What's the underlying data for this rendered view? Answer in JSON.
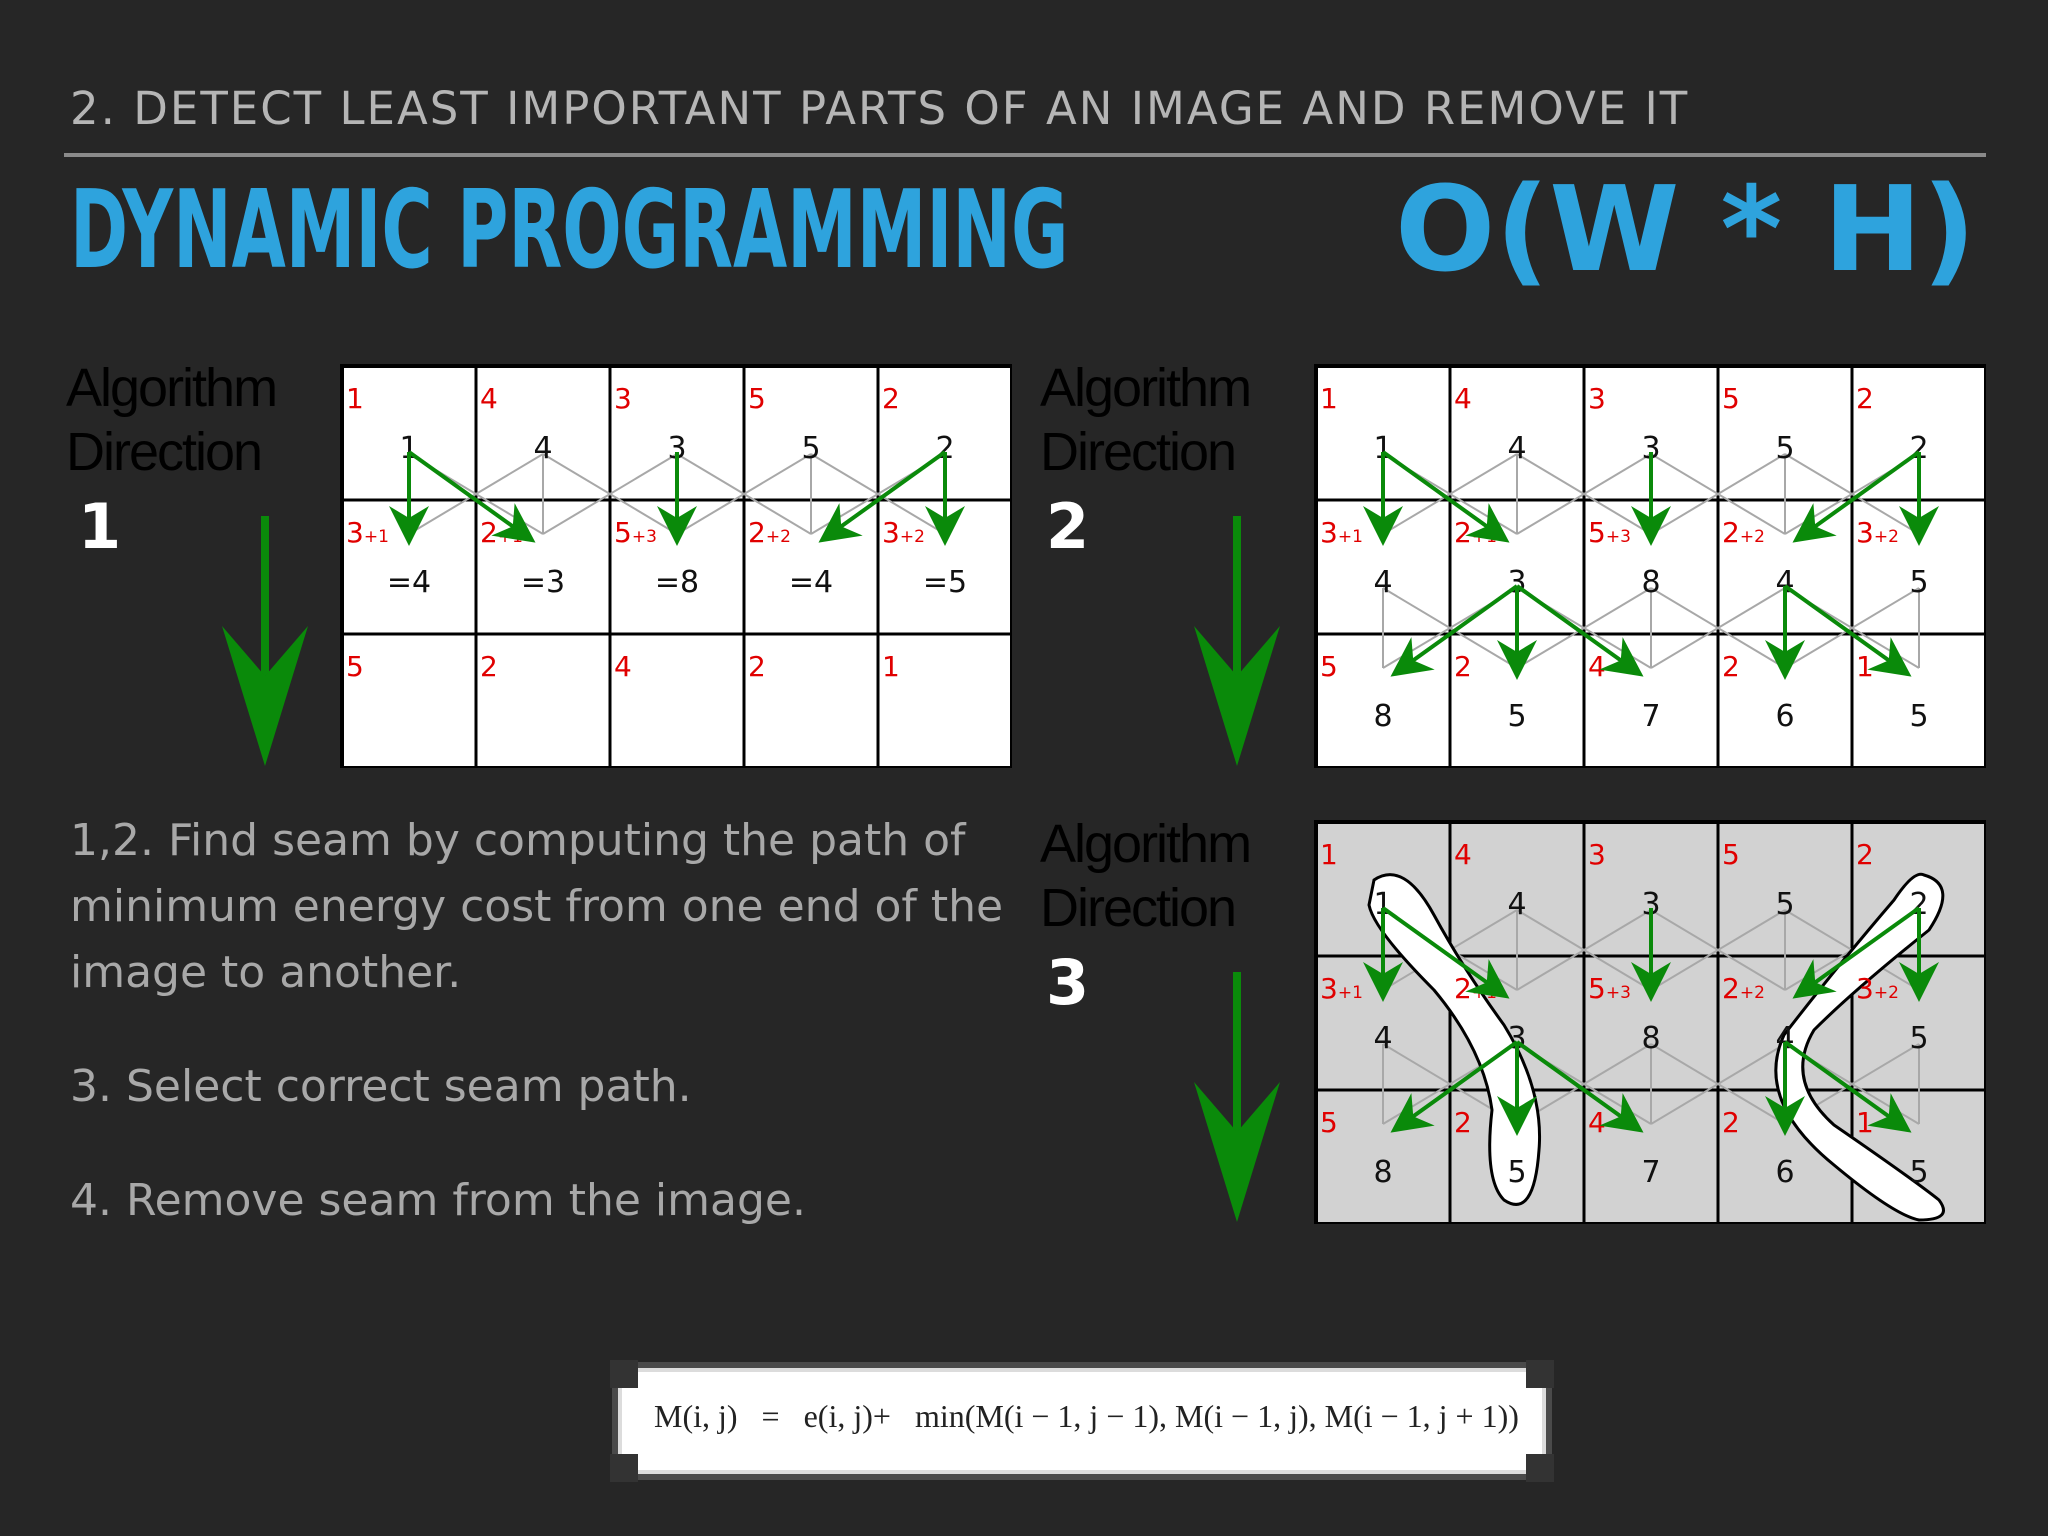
{
  "header": {
    "subtitle": "2. DETECT LEAST IMPORTANT PARTS OF AN IMAGE AND REMOVE IT",
    "title": "DYNAMIC PROGRAMMING",
    "complexity": "O(W * H)"
  },
  "colors": {
    "accent": "#2ea3dd",
    "arrow": "#0a8a0a",
    "cost": "#e00000"
  },
  "panels": [
    {
      "label_line1": "Algorithm",
      "label_line2": "Direction",
      "step": "1",
      "shaded": false,
      "cells": [
        [
          {
            "cost": "1",
            "value": "1"
          },
          {
            "cost": "4",
            "value": "4"
          },
          {
            "cost": "3",
            "value": "3"
          },
          {
            "cost": "5",
            "value": "5"
          },
          {
            "cost": "2",
            "value": "2"
          }
        ],
        [
          {
            "cost": "3+1",
            "value": "=4"
          },
          {
            "cost": "2+1",
            "value": "=3"
          },
          {
            "cost": "5+3",
            "value": "=8"
          },
          {
            "cost": "2+2",
            "value": "=4"
          },
          {
            "cost": "3+2",
            "value": "=5"
          }
        ],
        [
          {
            "cost": "5",
            "value": ""
          },
          {
            "cost": "2",
            "value": ""
          },
          {
            "cost": "4",
            "value": ""
          },
          {
            "cost": "2",
            "value": ""
          },
          {
            "cost": "1",
            "value": ""
          }
        ]
      ]
    },
    {
      "label_line1": "Algorithm",
      "label_line2": "Direction",
      "step": "2",
      "shaded": false,
      "cells": [
        [
          {
            "cost": "1",
            "value": "1"
          },
          {
            "cost": "4",
            "value": "4"
          },
          {
            "cost": "3",
            "value": "3"
          },
          {
            "cost": "5",
            "value": "5"
          },
          {
            "cost": "2",
            "value": "2"
          }
        ],
        [
          {
            "cost": "3+1",
            "value": "4"
          },
          {
            "cost": "2+1",
            "value": "3"
          },
          {
            "cost": "5+3",
            "value": "8"
          },
          {
            "cost": "2+2",
            "value": "4"
          },
          {
            "cost": "3+2",
            "value": "5"
          }
        ],
        [
          {
            "cost": "5",
            "value": "8"
          },
          {
            "cost": "2",
            "value": "5"
          },
          {
            "cost": "4",
            "value": "7"
          },
          {
            "cost": "2",
            "value": "6"
          },
          {
            "cost": "1",
            "value": "5"
          }
        ]
      ]
    },
    {
      "label_line1": "Algorithm",
      "label_line2": "Direction",
      "step": "3",
      "shaded": true,
      "cells": [
        [
          {
            "cost": "1",
            "value": "1"
          },
          {
            "cost": "4",
            "value": "4"
          },
          {
            "cost": "3",
            "value": "3"
          },
          {
            "cost": "5",
            "value": "5"
          },
          {
            "cost": "2",
            "value": "2"
          }
        ],
        [
          {
            "cost": "3+1",
            "value": "4"
          },
          {
            "cost": "2+1",
            "value": "3"
          },
          {
            "cost": "5+3",
            "value": "8"
          },
          {
            "cost": "2+2",
            "value": "4"
          },
          {
            "cost": "3+2",
            "value": "5"
          }
        ],
        [
          {
            "cost": "5",
            "value": "8"
          },
          {
            "cost": "2",
            "value": "5"
          },
          {
            "cost": "4",
            "value": "7"
          },
          {
            "cost": "2",
            "value": "6"
          },
          {
            "cost": "1",
            "value": "5"
          }
        ]
      ]
    }
  ],
  "description": {
    "step12": "1,2. Find seam by computing the path of minimum energy cost from one end of the image to another.",
    "step3": "3. Select correct seam path.",
    "step4": "4. Remove seam from the image."
  },
  "formula": "M(i, j)   =   e(i, j)+   min(M(i − 1, j − 1), M(i − 1, j), M(i − 1, j + 1))"
}
